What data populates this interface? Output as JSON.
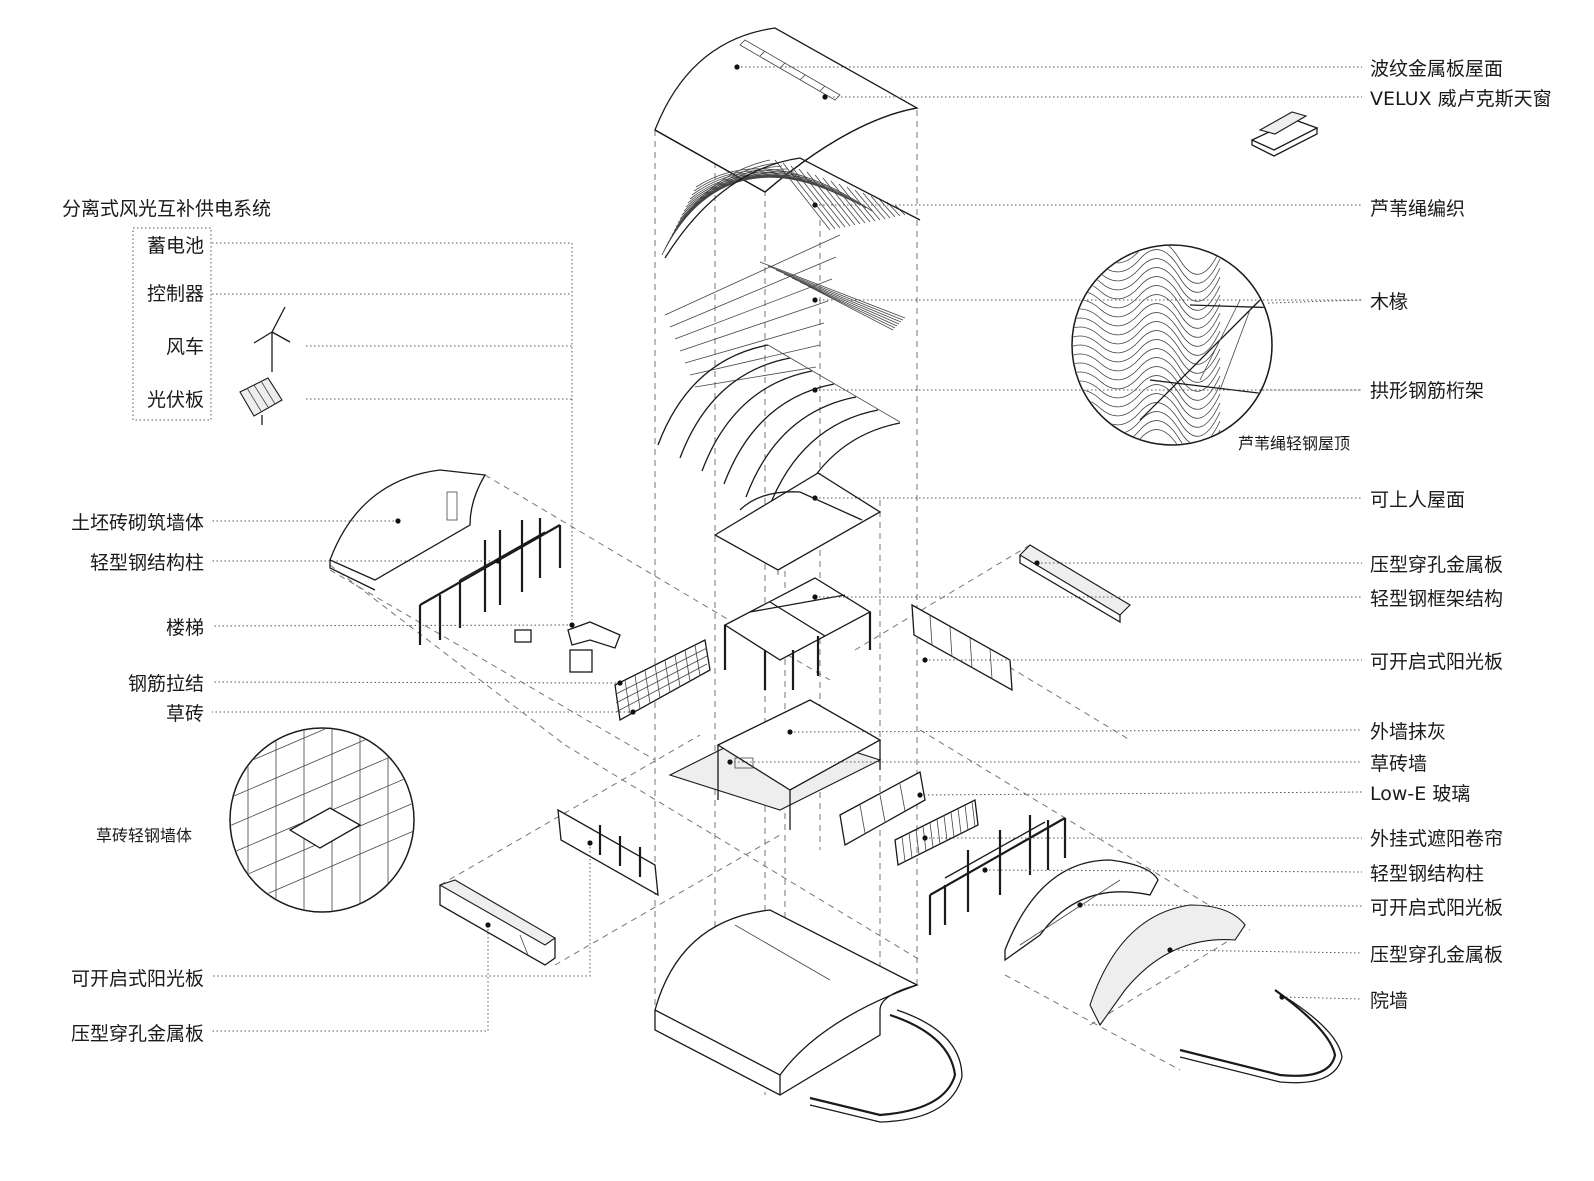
{
  "system": {
    "title": "分离式风光互补供电系统",
    "items": [
      {
        "label": "蓄电池"
      },
      {
        "label": "控制器"
      },
      {
        "label": "风车",
        "icon": "wind-turbine-icon"
      },
      {
        "label": "光伏板",
        "icon": "solar-panel-icon"
      }
    ]
  },
  "left_labels": [
    "土坯砖砌筑墙体",
    "轻型钢结构柱",
    "楼梯",
    "钢筋拉结",
    "草砖",
    "可开启式阳光板",
    "压型穿孔金属板"
  ],
  "right_labels": [
    "波纹金属板屋面",
    "VELUX 威卢克斯天窗",
    "芦苇绳编织",
    "木椽",
    "拱形钢筋桁架",
    "可上人屋面",
    "压型穿孔金属板",
    "轻型钢框架结构",
    "可开启式阳光板",
    "外墙抹灰",
    "草砖墙",
    "Low-E 玻璃",
    "外挂式遮阳卷帘",
    "轻型钢结构柱",
    "可开启式阳光板",
    "压型穿孔金属板",
    "院墙"
  ],
  "details": {
    "roof_detail_caption": "芦苇绳轻钢屋顶",
    "wall_detail_caption": "草砖轻钢墙体"
  }
}
